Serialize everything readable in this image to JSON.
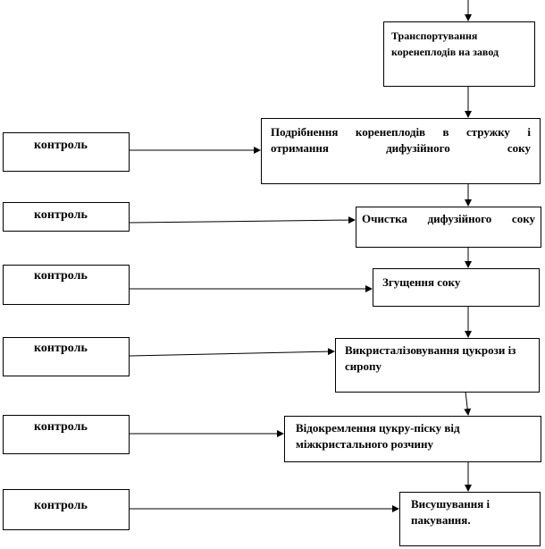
{
  "steps": [
    {
      "label": "Транспортування коренеплодів на завод"
    },
    {
      "label": "Подрібнення коренеплодів в стружку і отримання дифузійного соку"
    },
    {
      "label": "Очистка дифузійного соку"
    },
    {
      "label": "Згущення соку"
    },
    {
      "label": "Викристалізовування цукрози із сиропу"
    },
    {
      "label": "Відокремлення цукру-піску від міжкристального розчину"
    },
    {
      "label": "Висушування і пакування."
    }
  ],
  "controls": [
    "контроль",
    "контроль",
    "контроль",
    "контроль",
    "контроль",
    "контроль"
  ]
}
